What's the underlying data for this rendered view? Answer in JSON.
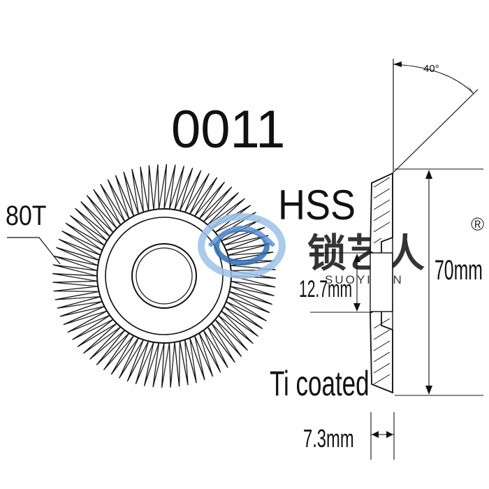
{
  "diagram": {
    "model": "0011",
    "teeth": "80T",
    "material": "HSS",
    "coating": "Ti coated",
    "angle": "40°",
    "diameter": "70mm",
    "bore": "12.7mm",
    "thickness": "7.3mm"
  },
  "watermark": {
    "brand": "锁艺人",
    "registered": "®",
    "pinyin": "SUOYIREN"
  },
  "colors": {
    "line": "#111111",
    "watermark_blue": "#2f6fb8",
    "watermark_light": "#9cc3ea",
    "background": "#ffffff"
  },
  "drawing_facts": {
    "teeth_count": 80
  }
}
